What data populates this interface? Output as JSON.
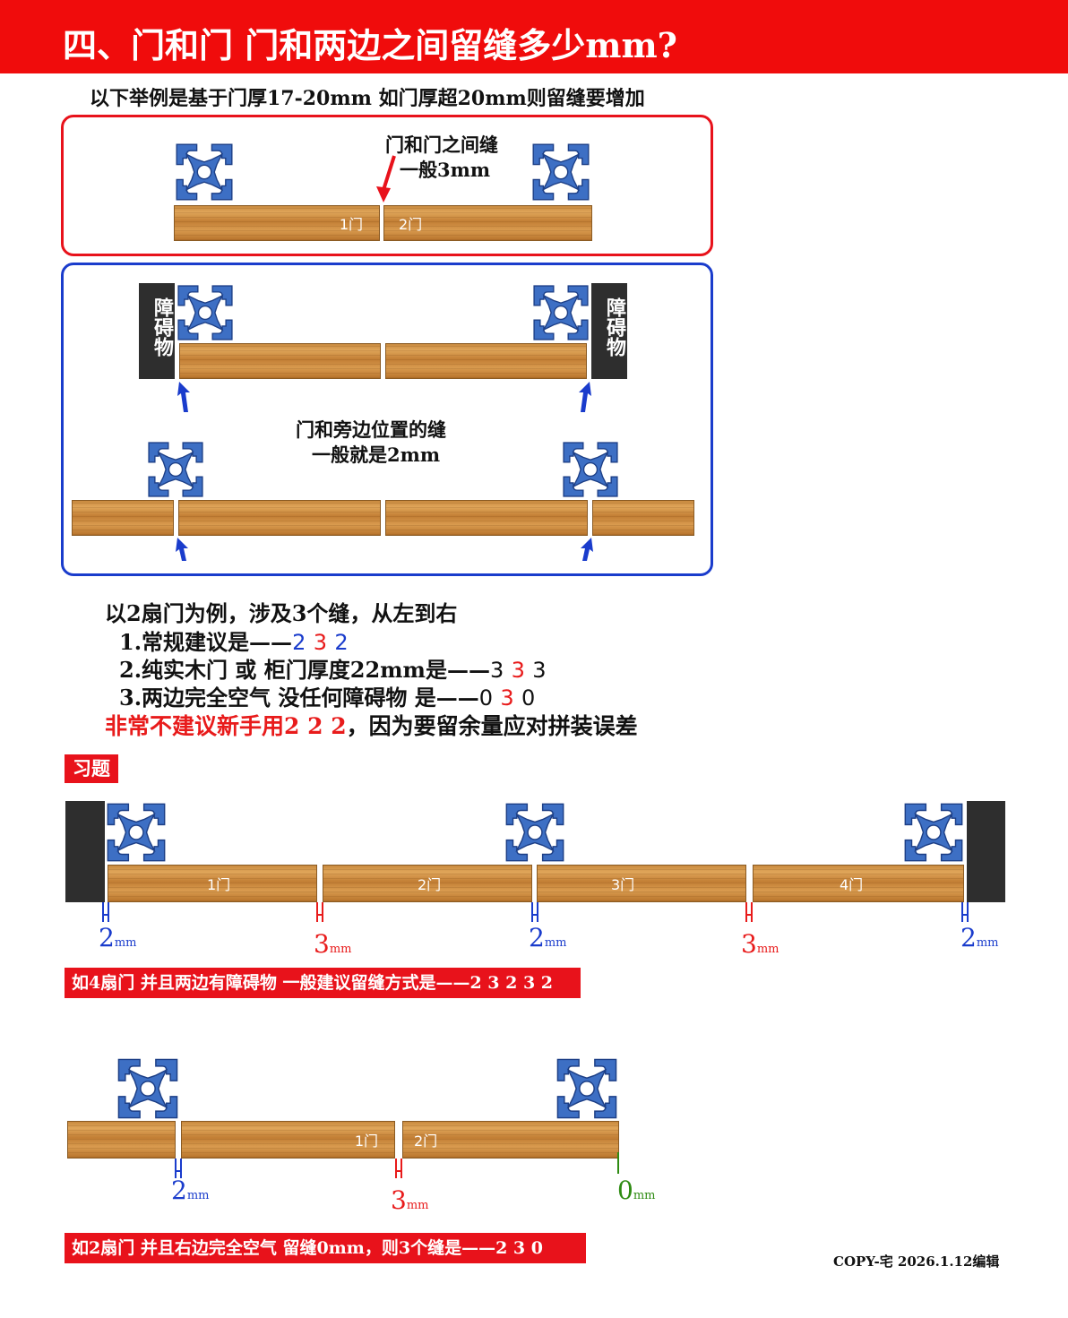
{
  "title": "四、门和门 门和两边之间留缝多少mm?",
  "intro": "以下举例是基于门厚17-20mm 如门厚超20mm则留缝要增加",
  "top_box": {
    "note_line1": "门和门之间缝",
    "note_line2": "一般3mm",
    "door1": "1门",
    "door2": "2门"
  },
  "side_box": {
    "obstacle_text": "障碍物",
    "note_line1": "门和旁边位置的缝",
    "note_line2": "一般就是2mm"
  },
  "explain": {
    "line0": "以2扇门为例，涉及3个缝，从左到右",
    "line1_prefix": "1.常规建议是——",
    "line1_vals": [
      "2",
      "3",
      "2"
    ],
    "line2_prefix": "2.纯实木门 或 柜门厚度22mm是——",
    "line2_vals": [
      "3",
      "3",
      "3"
    ],
    "line3_prefix": "3.两边完全空气 没任何障碍物 是——",
    "line3_vals": [
      "0",
      "3",
      "0"
    ],
    "line4_red": "非常不建议新手用2 2 2",
    "line4_black": "，因为要留余量应对拼装误差"
  },
  "exercise": {
    "tag": "习题",
    "doors": [
      "1门",
      "2门",
      "3门",
      "4门"
    ],
    "gaps": [
      {
        "num": "2",
        "unit": "mm",
        "color": "#1a3ccc"
      },
      {
        "num": "3",
        "unit": "mm",
        "color": "#e81b1b"
      },
      {
        "num": "2",
        "unit": "mm",
        "color": "#1a3ccc"
      },
      {
        "num": "3",
        "unit": "mm",
        "color": "#e81b1b"
      },
      {
        "num": "2",
        "unit": "mm",
        "color": "#1a3ccc"
      }
    ],
    "banner": "如4扇门 并且两边有障碍物 一般建议留缝方式是——2 3 2 3 2"
  },
  "example2": {
    "doors": [
      "1门",
      "2门"
    ],
    "gaps": [
      {
        "num": "2",
        "unit": "mm",
        "color": "#1a3ccc"
      },
      {
        "num": "3",
        "unit": "mm",
        "color": "#e81b1b"
      },
      {
        "num": "0",
        "unit": "mm",
        "color": "#2e8b12"
      }
    ],
    "banner": "如2扇门 并且右边完全空气 留缝0mm，则3个缝是——2 3 0"
  },
  "footer": "COPY-宅 2026.1.12编辑",
  "colors": {
    "title_bg": "#f00c0c",
    "profile": "#3d6fc4",
    "red_frame": "#e8121b",
    "blue_frame": "#1a3ccc"
  }
}
